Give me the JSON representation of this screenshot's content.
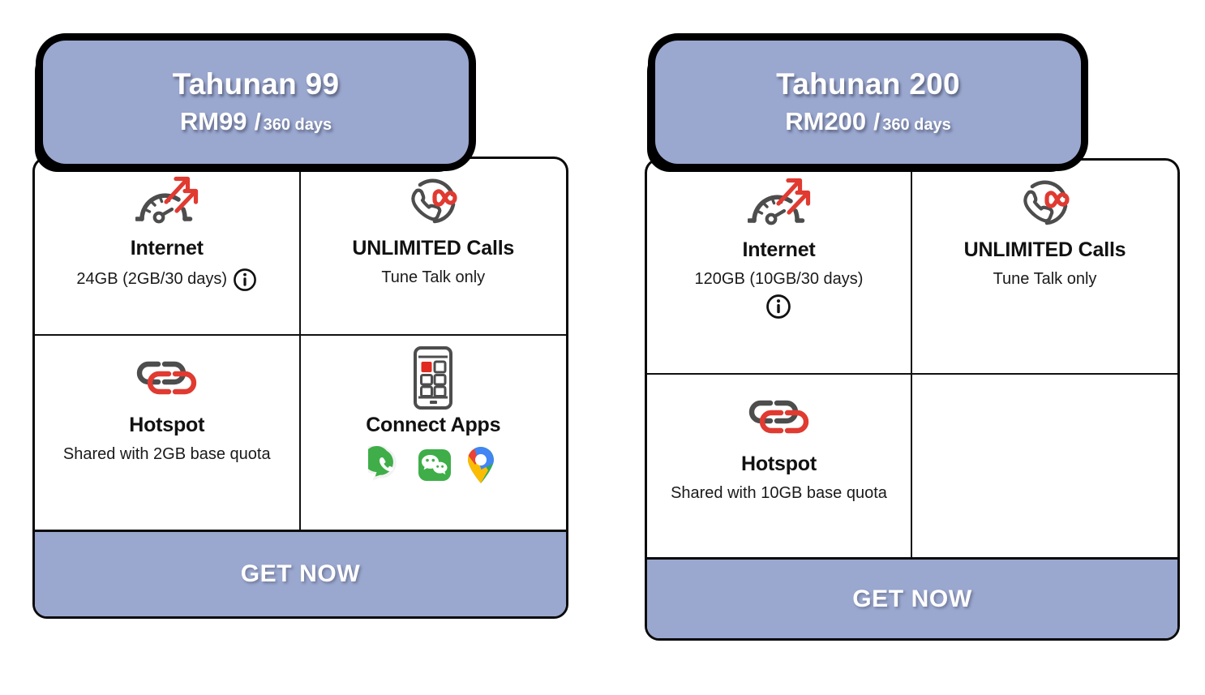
{
  "page": {
    "background": "#ffffff",
    "accent_lavender": "#9aa7cf",
    "accent_red": "#e03a31",
    "icon_gray": "#4d4d4d",
    "text_dark": "#111111"
  },
  "plans": [
    {
      "id": "tahunan-99",
      "name": "Tahunan 99",
      "price": "RM99",
      "slash": "/",
      "period": "360 days",
      "cta": "GET NOW",
      "features": [
        {
          "key": "internet",
          "icon": "speedometer-icon",
          "title": "Internet",
          "subtitle": "24GB (2GB/30 days)",
          "has_info_icon": true,
          "info_on_new_line": false
        },
        {
          "key": "calls",
          "icon": "phone-infinity-icon",
          "title": "UNLIMITED Calls",
          "subtitle": "Tune Talk only",
          "has_info_icon": false,
          "info_on_new_line": false
        },
        {
          "key": "hotspot",
          "icon": "chain-link-icon",
          "title": "Hotspot",
          "subtitle": "Shared with 2GB base quota",
          "has_info_icon": false,
          "info_on_new_line": false
        },
        {
          "key": "connect-apps",
          "icon": "phone-app-grid-icon",
          "title": "Connect Apps",
          "subtitle": "",
          "has_info_icon": false,
          "info_on_new_line": false,
          "apps": [
            "whatsapp-icon",
            "wechat-icon",
            "google-maps-icon"
          ]
        }
      ]
    },
    {
      "id": "tahunan-200",
      "name": "Tahunan 200",
      "price": "RM200",
      "slash": "/",
      "period": "360 days",
      "cta": "GET NOW",
      "features": [
        {
          "key": "internet",
          "icon": "speedometer-icon",
          "title": "Internet",
          "subtitle": "120GB (10GB/30 days)",
          "has_info_icon": true,
          "info_on_new_line": true
        },
        {
          "key": "calls",
          "icon": "phone-infinity-icon",
          "title": "UNLIMITED Calls",
          "subtitle": "Tune Talk only",
          "has_info_icon": false,
          "info_on_new_line": false
        },
        {
          "key": "hotspot",
          "icon": "chain-link-icon",
          "title": "Hotspot",
          "subtitle": "Shared with 10GB base quota",
          "has_info_icon": false,
          "info_on_new_line": false
        },
        {
          "key": "empty",
          "icon": "",
          "title": "",
          "subtitle": "",
          "has_info_icon": false,
          "info_on_new_line": false
        }
      ]
    }
  ]
}
